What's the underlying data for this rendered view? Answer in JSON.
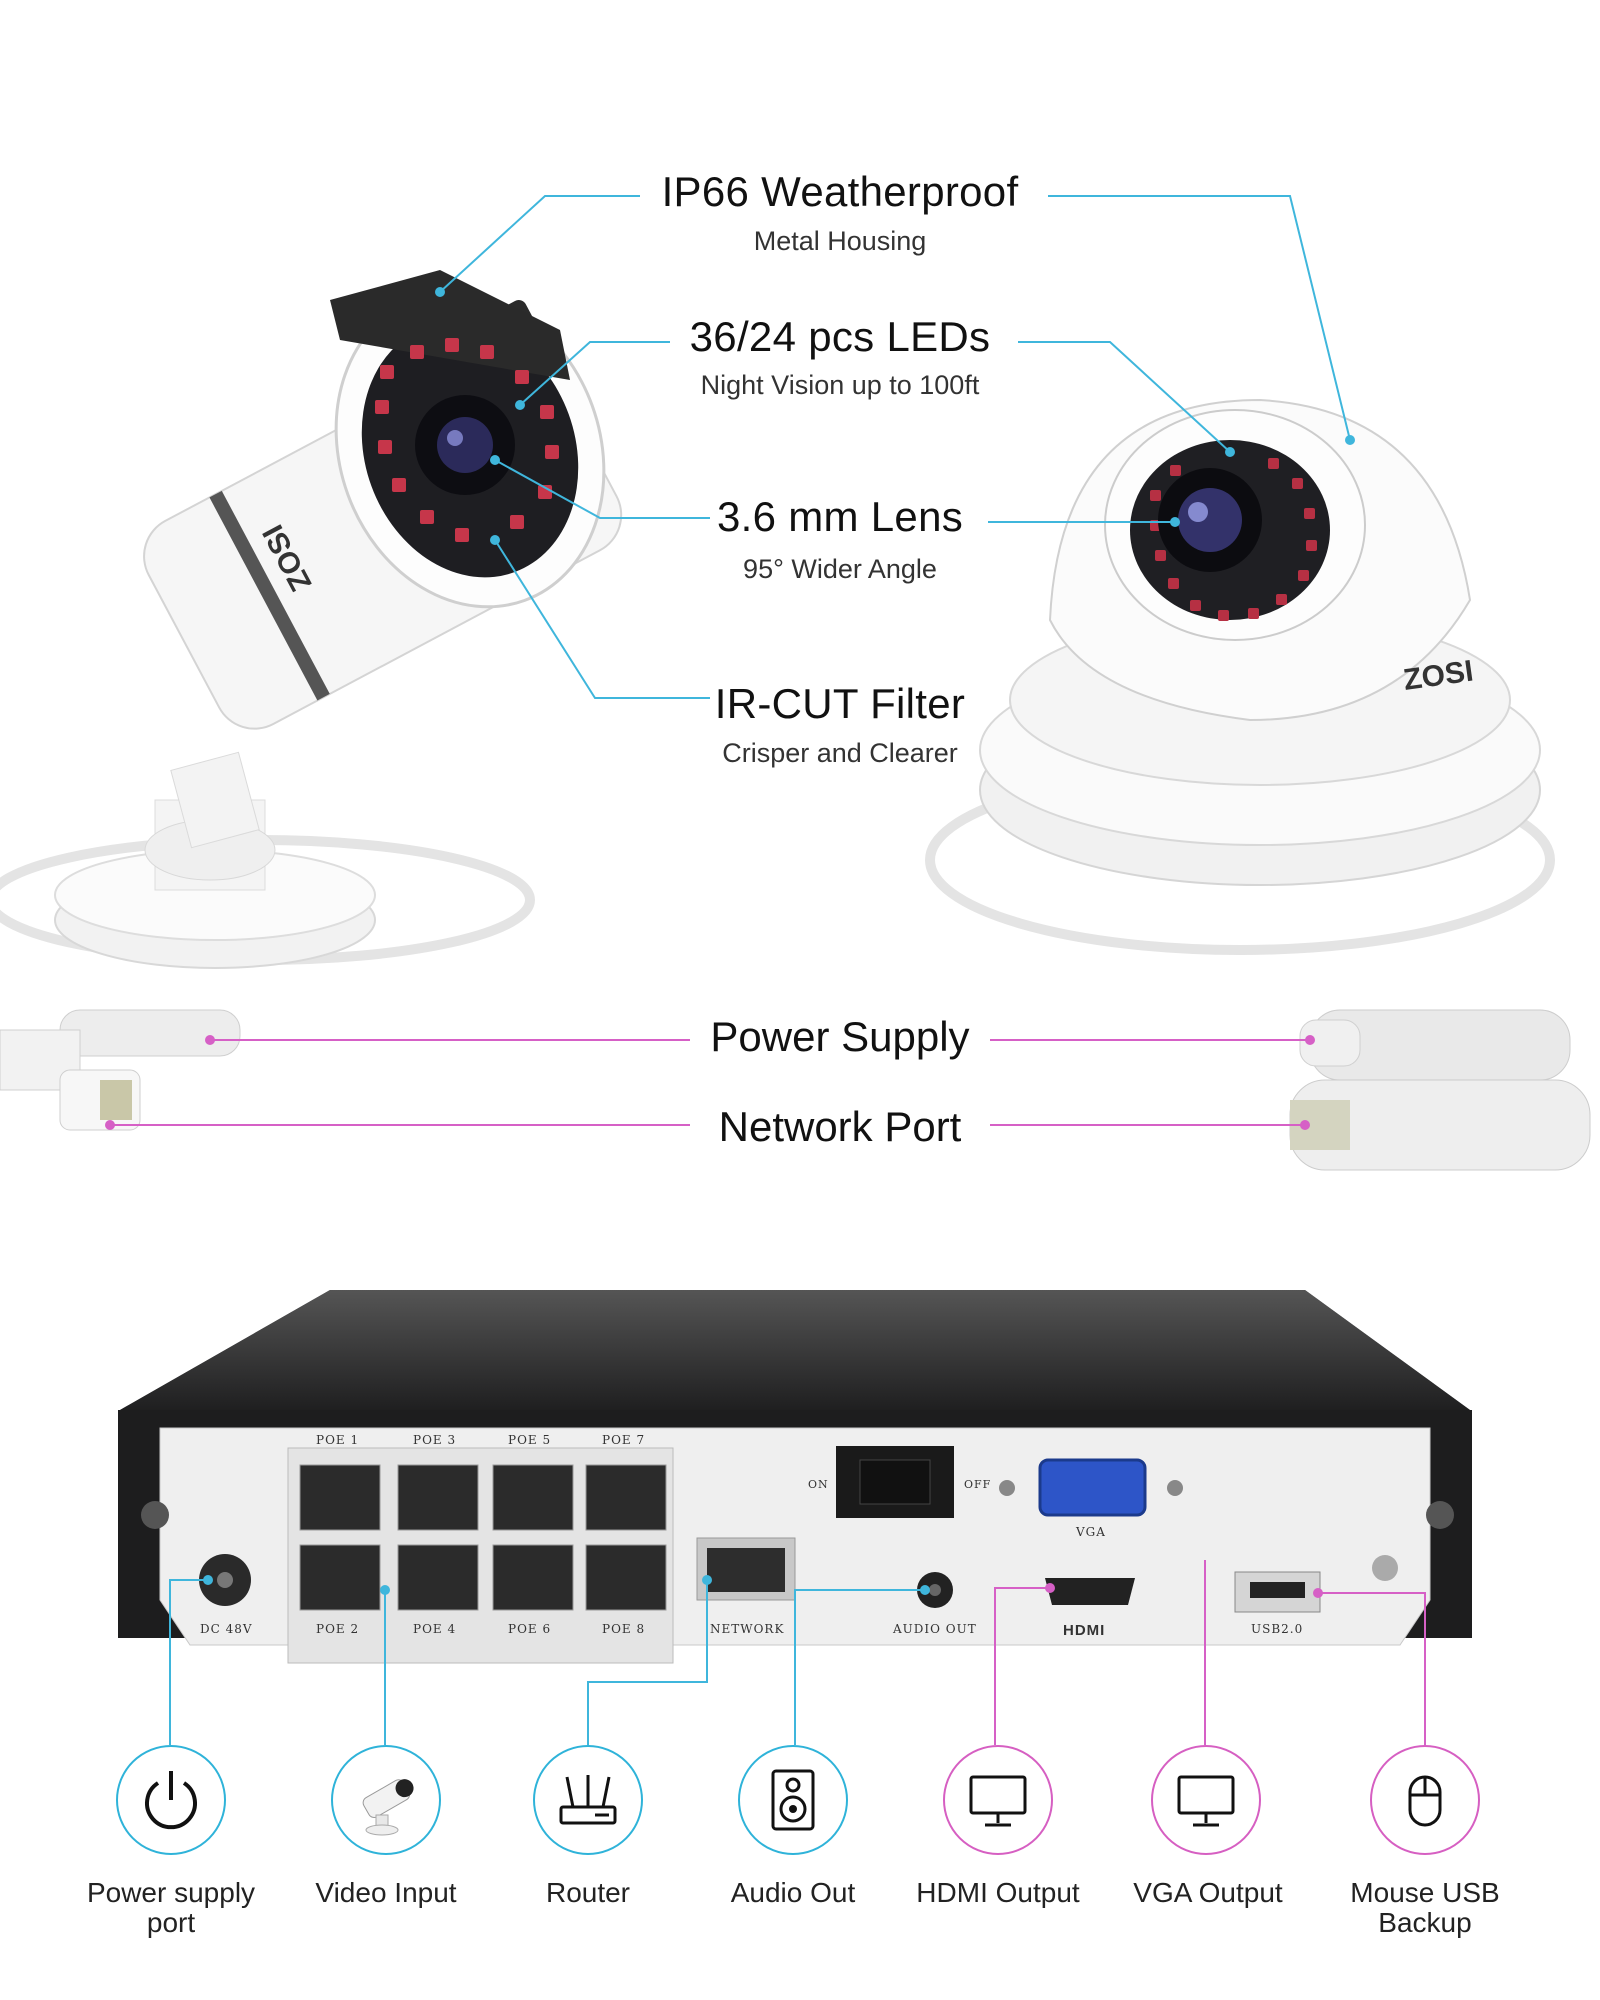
{
  "features": {
    "weatherproof": {
      "title": "IP66 Weatherproof",
      "subtitle": "Metal Housing"
    },
    "leds": {
      "title": "36/24 pcs LEDs",
      "subtitle": "Night Vision up to 100ft"
    },
    "lens": {
      "title": "3.6 mm Lens",
      "subtitle": "95° Wider Angle"
    },
    "ircut": {
      "title": "IR-CUT Filter",
      "subtitle": "Crisper and Clearer"
    }
  },
  "cable": {
    "power": "Power Supply",
    "network": "Network Port"
  },
  "brand": {
    "logo": "ZOSI"
  },
  "nvr": {
    "poe_top": [
      "POE 1",
      "POE 3",
      "POE 5",
      "POE 7"
    ],
    "poe_bottom": [
      "POE 2",
      "POE 4",
      "POE 6",
      "POE 8"
    ],
    "dc": "DC 48V",
    "network": "NETWORK",
    "audio_out": "AUDIO OUT",
    "hdmi": "HDMI",
    "vga": "VGA",
    "usb": "USB2.0",
    "switch_on": "ON",
    "switch_off": "OFF"
  },
  "connections": [
    {
      "label": "Power supply port",
      "icon": "power-icon",
      "color": "#2fb3d9"
    },
    {
      "label": "Video Input",
      "icon": "camera-icon",
      "color": "#2fb3d9"
    },
    {
      "label": "Router",
      "icon": "router-icon",
      "color": "#2fb3d9"
    },
    {
      "label": "Audio Out",
      "icon": "speaker-icon",
      "color": "#2fb3d9"
    },
    {
      "label": "HDMI Output",
      "icon": "monitor-icon",
      "color": "#d65fc2"
    },
    {
      "label": "VGA Output",
      "icon": "monitor-icon",
      "color": "#d65fc2"
    },
    {
      "label": "Mouse USB Backup",
      "icon": "mouse-icon",
      "color": "#d65fc2"
    }
  ],
  "colors": {
    "blue_line": "#3fb6dc",
    "pink_line": "#d660c6"
  }
}
